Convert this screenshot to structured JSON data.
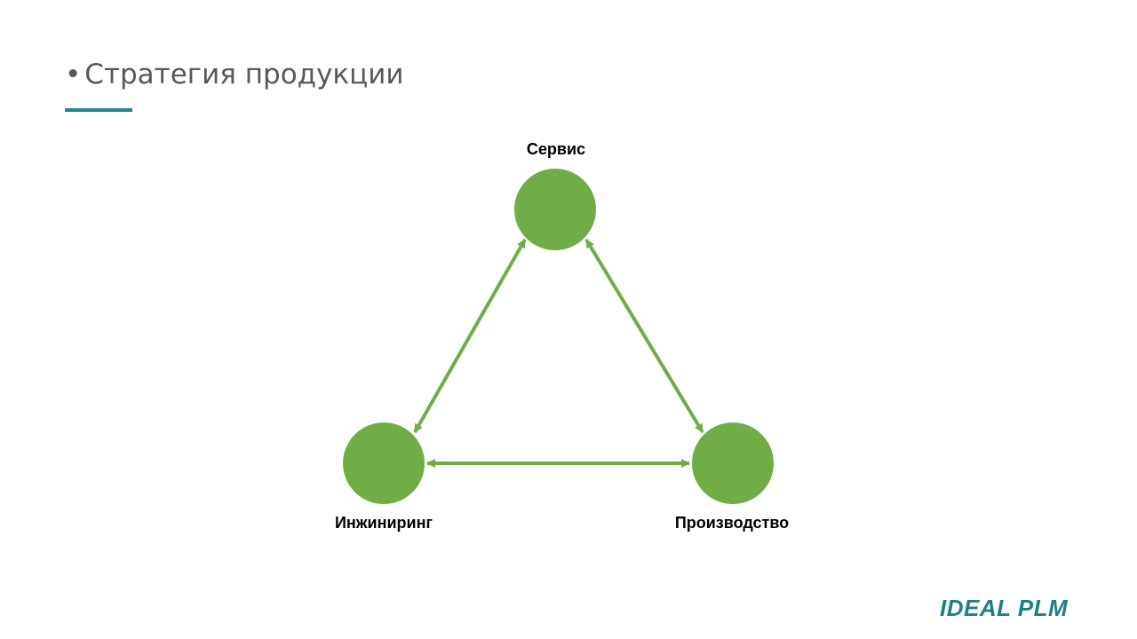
{
  "slide": {
    "bullet": "•",
    "title": "Стратегия продукции"
  },
  "diagram": {
    "nodes": [
      {
        "id": "service",
        "label": "Сервис"
      },
      {
        "id": "engineering",
        "label": "Инжиниринг"
      },
      {
        "id": "production",
        "label": "Производство"
      }
    ],
    "edges": [
      {
        "from": "service",
        "to": "engineering",
        "bidirectional": true
      },
      {
        "from": "service",
        "to": "production",
        "bidirectional": true
      },
      {
        "from": "engineering",
        "to": "production",
        "bidirectional": true
      }
    ],
    "node_color": "#70ad47",
    "edge_color": "#70ad47"
  },
  "branding": {
    "logo": "IDEAL PLM",
    "logo_color": "#1f7f84",
    "accent_color": "#1b8a8c"
  }
}
